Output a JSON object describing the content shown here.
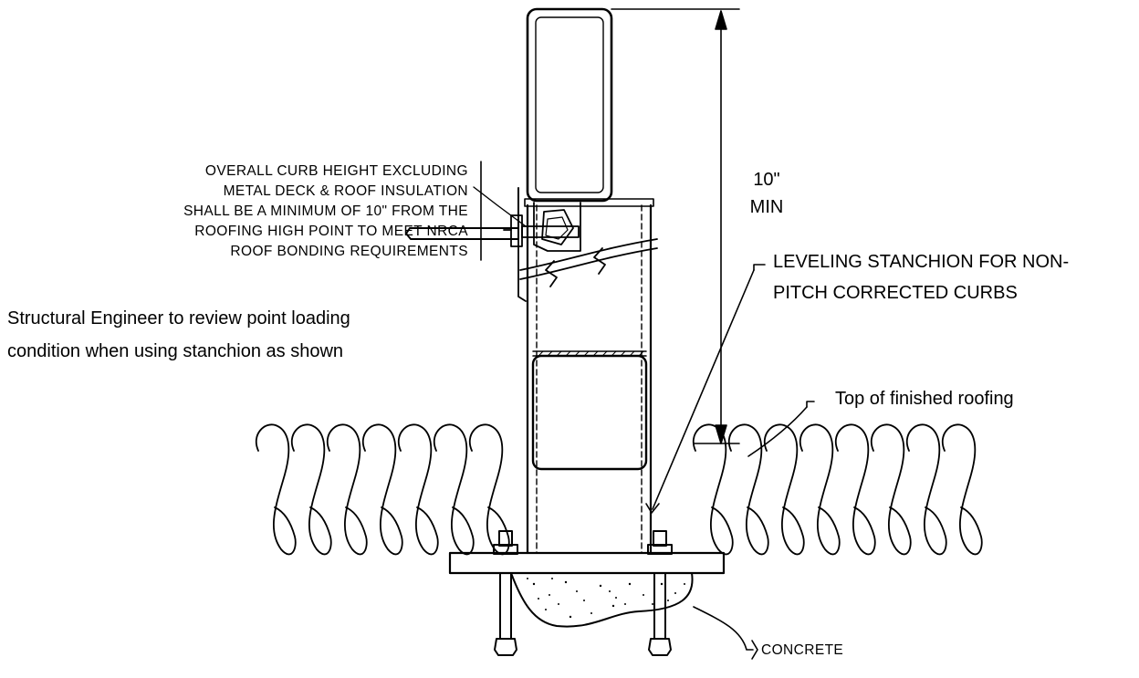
{
  "callouts": {
    "curb_height": [
      "OVERALL CURB HEIGHT EXCLUDING",
      "METAL DECK & ROOF INSULATION",
      "SHALL BE A MINIMUM OF 10\" FROM THE",
      "ROOFING HIGH POINT TO MEET NRCA",
      "ROOF BONDING REQUIREMENTS"
    ],
    "dimension": [
      "10\"",
      "MIN"
    ],
    "leveling_stanchion": [
      "LEVELING STANCHION FOR NON-",
      "PITCH CORRECTED CURBS"
    ],
    "structural_engineer": [
      "Structural Engineer to review point loading",
      "condition when using stanchion as shown"
    ],
    "top_of_roofing": "Top of finished roofing",
    "concrete": "CONCRETE"
  }
}
